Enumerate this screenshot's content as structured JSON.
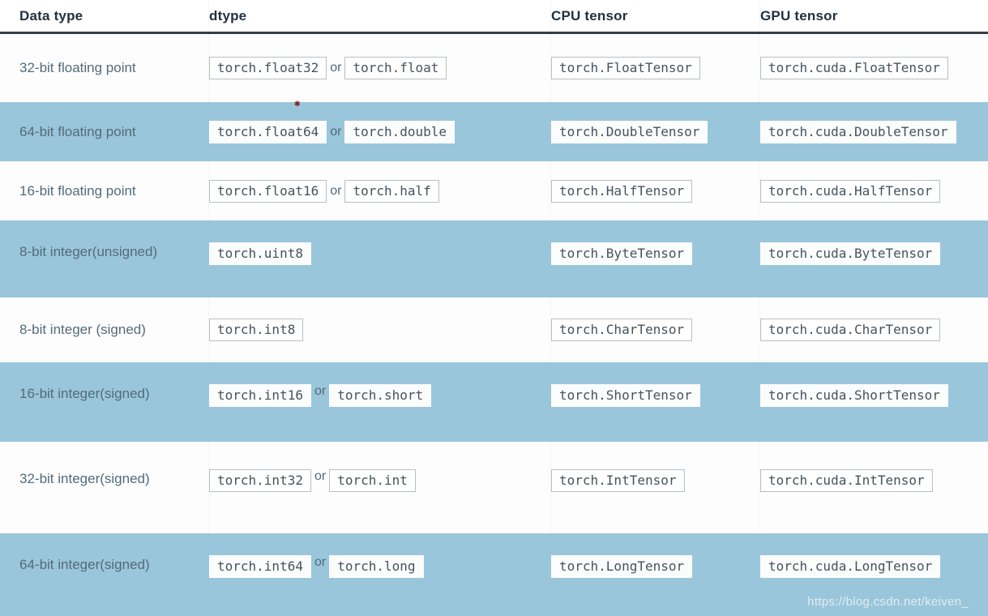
{
  "table": {
    "headers": [
      {
        "label": "Data type"
      },
      {
        "label": "dtype"
      },
      {
        "label": "CPU tensor"
      },
      {
        "label": "GPU tensor"
      }
    ],
    "rows": [
      {
        "data_type_line1": "32-bit floating point",
        "dtype_primary": "torch.float32",
        "or_label": "or",
        "dtype_alias": "torch.float",
        "cpu_tensor": "torch.FloatTensor",
        "gpu_tensor": "torch.cuda.FloatTensor",
        "highlighted": false
      },
      {
        "data_type_line1": "64-bit floating point",
        "dtype_primary": "torch.float64",
        "or_label": "or",
        "dtype_alias": "torch.double",
        "cpu_tensor": "torch.DoubleTensor",
        "gpu_tensor": "torch.cuda.DoubleTensor",
        "highlighted": true
      },
      {
        "data_type_line1": "16-bit floating point",
        "dtype_primary": "torch.float16",
        "or_label": "or",
        "dtype_alias": "torch.half",
        "cpu_tensor": "torch.HalfTensor",
        "gpu_tensor": "torch.cuda.HalfTensor",
        "highlighted": false
      },
      {
        "data_type_line1": "8-bit integer",
        "data_type_line2": "(unsigned)",
        "dtype_primary": "torch.uint8",
        "cpu_tensor": "torch.ByteTensor",
        "gpu_tensor": "torch.cuda.ByteTensor",
        "highlighted": true
      },
      {
        "data_type_line1": "8-bit integer (signed)",
        "dtype_primary": "torch.int8",
        "cpu_tensor": "torch.CharTensor",
        "gpu_tensor": "torch.cuda.CharTensor",
        "highlighted": false
      },
      {
        "data_type_line1": "16-bit integer",
        "data_type_line2": "(signed)",
        "dtype_primary": "torch.int16",
        "or_label": "or",
        "dtype_alias": "torch.short",
        "cpu_tensor": "torch.ShortTensor",
        "gpu_tensor": "torch.cuda.ShortTensor",
        "highlighted": true
      },
      {
        "data_type_line1": "32-bit integer",
        "data_type_line2": "(signed)",
        "dtype_primary": "torch.int32",
        "or_label": "or",
        "dtype_alias": "torch.int",
        "cpu_tensor": "torch.IntTensor",
        "gpu_tensor": "torch.cuda.IntTensor",
        "highlighted": false
      },
      {
        "data_type_line1": "64-bit integer",
        "data_type_line2": "(signed)",
        "dtype_primary": "torch.int64",
        "or_label": "or",
        "dtype_alias": "torch.long",
        "cpu_tensor": "torch.LongTensor",
        "gpu_tensor": "torch.cuda.LongTensor",
        "highlighted": true
      }
    ]
  },
  "watermark": {
    "text": "https://blog.csdn.net/keiven_"
  },
  "icons": {
    "cursor_mark_icon": "tiny-red-asterisk",
    "glyph": "✱"
  },
  "colors": {
    "highlight_row": "#9ac6db",
    "header_text": "#24313e",
    "label_text": "#536b7a",
    "code_text": "#46535c",
    "code_border": "#b9bfc2",
    "header_rule": "#363e45",
    "row_background": "#fdfdfd",
    "watermark_text": "#ecf2f5"
  }
}
